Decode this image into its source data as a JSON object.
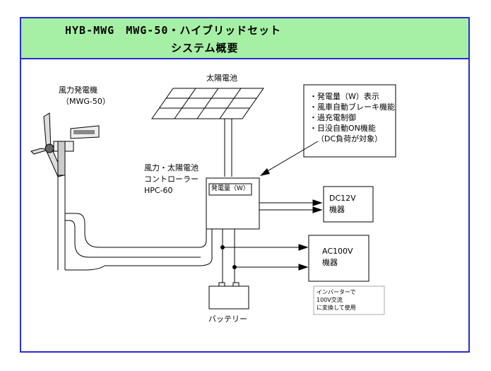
{
  "header": {
    "title_line1": "HYB-MWG　MWG-50・ハイブリッドセット",
    "title_line2": "システム概要",
    "background_color": "#a6f0a6",
    "border_color": "#2b2bd6"
  },
  "wind_turbine": {
    "label_line1": "風力発電機",
    "label_line2": "（MWG-50）"
  },
  "solar_panel": {
    "label": "太陽電池"
  },
  "controller": {
    "label_line1": "風力・太陽電池",
    "label_line2": "コントローラー",
    "label_line3": "HPC-60",
    "display_label": "発電量（W）"
  },
  "features": {
    "items": [
      "・発電量（W）表示",
      "・風車自動ブレーキ機能",
      "・過充電制御",
      "・日没自動ON機能",
      "（DC負荷が対象）"
    ]
  },
  "loads": {
    "dc_line1": "DC12V",
    "dc_line2": "機器",
    "ac_line1": "AC100V",
    "ac_line2": "機器"
  },
  "inverter_note": {
    "line1": "インバーターで",
    "line2": "100V交流",
    "line3": "に変換して使用"
  },
  "battery": {
    "label": "バッテリー"
  }
}
